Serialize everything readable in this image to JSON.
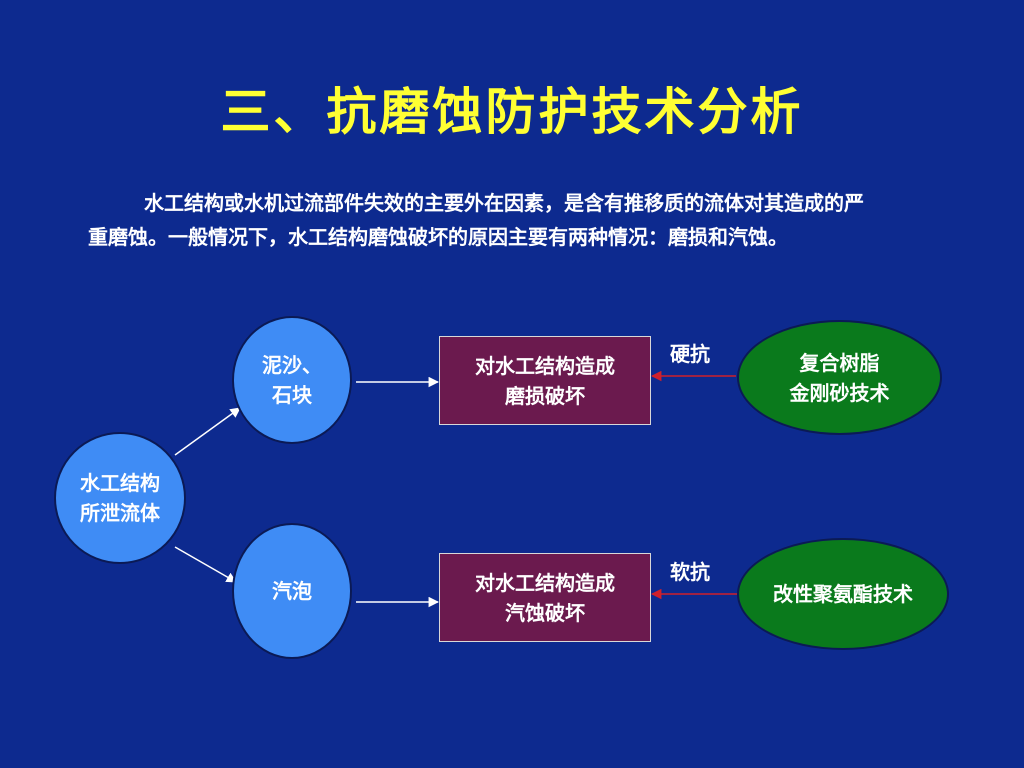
{
  "title": "三、抗磨蚀防护技术分析",
  "paragraph": "水工结构或水机过流部件失效的主要外在因素，是含有推移质的流体对其造成的严重磨蚀。一般情况下，水工结构磨蚀破坏的原因主要有两种情况：磨损和汽蚀。",
  "diagram": {
    "source": "水工结构\n所泄流体",
    "cause_top": "泥沙、\n石块",
    "cause_bottom": "汽泡",
    "effect_top": "对水工结构造成\n磨损破坏",
    "effect_bottom": "对水工结构造成\n汽蚀破坏",
    "method_top_label": "硬抗",
    "method_bottom_label": "软抗",
    "tech_top": "复合树脂\n金刚砂技术",
    "tech_bottom": "改性聚氨酯技术"
  },
  "colors": {
    "background": "#0d2a8f",
    "title": "#ffff33",
    "circle": "#3f8cf5",
    "box": "#6b1a4e",
    "ellipse": "#0a7a1c",
    "arrow_red": "#d0202a"
  }
}
